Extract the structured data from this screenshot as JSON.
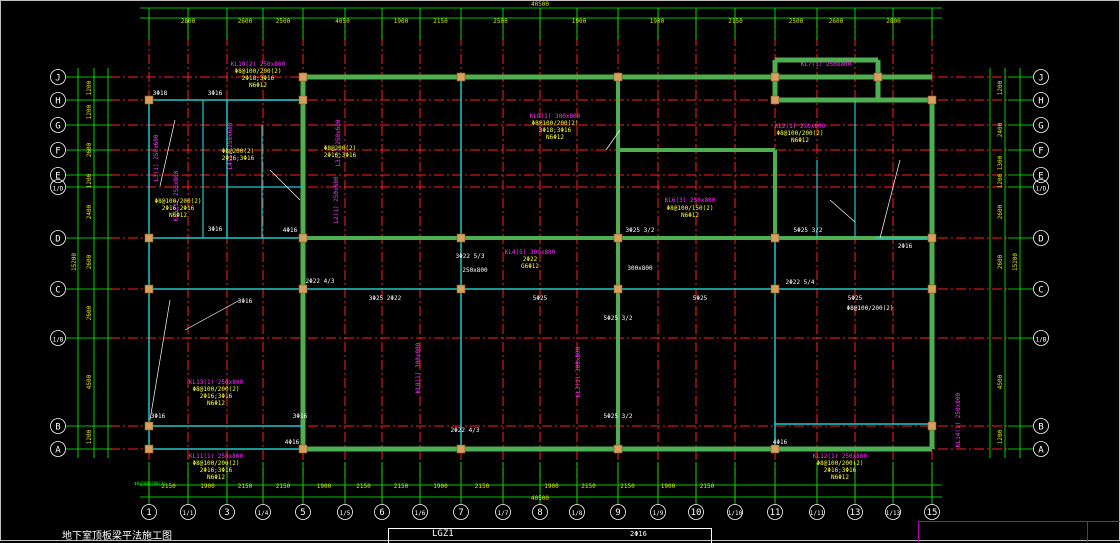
{
  "drawing": {
    "title": "地下室顶板梁平法施工图",
    "sub_label": "LGZ1",
    "note": "2Φ16",
    "overall_dim": "40500",
    "colors": {
      "grid": "#00ff00",
      "axis_line": "#ff2020",
      "beam": "#4fae4f",
      "beam_inner": "#20c8c8",
      "column": "#d8a060",
      "dim_text": "#e0e000",
      "label_yellow": "#ffff40",
      "label_magenta": "#ff30ff",
      "white": "#ffffff"
    }
  },
  "axes_x": [
    {
      "label": "1"
    },
    {
      "label": "1/1"
    },
    {
      "label": "3"
    },
    {
      "label": "1/4"
    },
    {
      "label": "5"
    },
    {
      "label": "1/5"
    },
    {
      "label": "6"
    },
    {
      "label": "1/6"
    },
    {
      "label": "7"
    },
    {
      "label": "1/7"
    },
    {
      "label": "8"
    },
    {
      "label": "1/8"
    },
    {
      "label": "9"
    },
    {
      "label": "1/9"
    },
    {
      "label": "10"
    },
    {
      "label": "1/10"
    },
    {
      "label": "11"
    },
    {
      "label": "1/11"
    },
    {
      "label": "13"
    },
    {
      "label": "1/13"
    },
    {
      "label": "15"
    }
  ],
  "axes_y": [
    {
      "label": "J"
    },
    {
      "label": "H"
    },
    {
      "label": "G"
    },
    {
      "label": "F"
    },
    {
      "label": "E"
    },
    {
      "label": "1/D"
    },
    {
      "label": "D"
    },
    {
      "label": "C"
    },
    {
      "label": "1/B"
    },
    {
      "label": "B"
    },
    {
      "label": "A"
    }
  ],
  "dims_top": [
    "2800",
    "2600",
    "2500",
    "4050",
    "1900",
    "2150",
    "2500",
    "1900",
    "1900",
    "2150",
    "2500",
    "2600",
    "2800"
  ],
  "dims_bottom": [
    "2150",
    "1900",
    "2150",
    "2150",
    "1900",
    "2150",
    "2150",
    "1900",
    "2150",
    "1900",
    "2150",
    "2150",
    "1900",
    "2150"
  ],
  "dims_left": [
    "1200",
    "1200",
    "2600",
    "1200",
    "2400",
    "2600",
    "2600",
    "4500",
    "1200"
  ],
  "dims_right": [
    "1200",
    "2400",
    "1300",
    "1200",
    "2600",
    "2600",
    "4500",
    "1200"
  ],
  "total_left": "15200",
  "total_right": "15200",
  "beam_labels": [
    {
      "text": "KL10(2) 250x800",
      "color": "magenta"
    },
    {
      "text": "Φ8@100/200(2)",
      "color": "yellow"
    },
    {
      "text": "2Φ18;3Φ16",
      "color": "yellow"
    },
    {
      "text": "N6Φ12",
      "color": "yellow"
    },
    {
      "text": "KL5(1) 250x800",
      "color": "magenta"
    },
    {
      "text": "Φ8@100/200(2)",
      "color": "yellow"
    },
    {
      "text": "2Φ16;2Φ16",
      "color": "yellow"
    },
    {
      "text": "N6Φ12",
      "color": "yellow"
    },
    {
      "text": "L4(1) 250x600",
      "color": "magenta"
    },
    {
      "text": "Φ8@200(2)",
      "color": "yellow"
    },
    {
      "text": "2Φ16;3Φ16",
      "color": "yellow"
    },
    {
      "text": "L3(1) 250x600",
      "color": "magenta"
    },
    {
      "text": "Φ8@200(2)",
      "color": "yellow"
    },
    {
      "text": "2Φ16;3Φ16",
      "color": "yellow"
    },
    {
      "text": "KL9(1) 300x800",
      "color": "magenta"
    },
    {
      "text": "Φ8@100/200(2)",
      "color": "yellow"
    },
    {
      "text": "3Φ18;3Φ16",
      "color": "yellow"
    },
    {
      "text": "N6Φ12",
      "color": "yellow"
    },
    {
      "text": "KL6(3) 250x800",
      "color": "magenta"
    },
    {
      "text": "Φ8@100/150(2)",
      "color": "yellow"
    },
    {
      "text": "N6Φ12",
      "color": "yellow"
    },
    {
      "text": "KL4(5) 300x800",
      "color": "magenta"
    },
    {
      "text": "2Φ22",
      "color": "yellow"
    },
    {
      "text": "G6Φ12",
      "color": "yellow"
    },
    {
      "text": "KL13(1) 250x800",
      "color": "magenta"
    },
    {
      "text": "Φ8@100/200(2)",
      "color": "yellow"
    },
    {
      "text": "2Φ16;3Φ16",
      "color": "yellow"
    },
    {
      "text": "N6Φ12",
      "color": "yellow"
    },
    {
      "text": "KL2(1) 250x800",
      "color": "magenta"
    },
    {
      "text": "Φ8@100/200(2)",
      "color": "yellow"
    },
    {
      "text": "N6Φ12",
      "color": "yellow"
    },
    {
      "text": "KL12(1) 250x800",
      "color": "magenta"
    },
    {
      "text": "Φ8@100/200(2)",
      "color": "yellow"
    },
    {
      "text": "2Φ16;3Φ16",
      "color": "yellow"
    },
    {
      "text": "N6Φ12",
      "color": "yellow"
    },
    {
      "text": "KL11(1) 250x800",
      "color": "magenta"
    },
    {
      "text": "Φ8@100/200(2)",
      "color": "yellow"
    },
    {
      "text": "2Φ16;3Φ16",
      "color": "yellow"
    },
    {
      "text": "N6Φ12",
      "color": "yellow"
    },
    {
      "text": "KL7(1) 250x800",
      "color": "magenta"
    },
    {
      "text": "KL8(1) 300x800",
      "color": "magenta"
    },
    {
      "text": "KL3(1) 300x800",
      "color": "magenta"
    },
    {
      "text": "L2(1) 250x600",
      "color": "magenta"
    },
    {
      "text": "L1(1) 250x600",
      "color": "magenta"
    },
    {
      "text": "KL14(1) 250x800",
      "color": "magenta"
    }
  ],
  "white_labels": [
    "3Φ18",
    "3Φ16",
    "2Φ22 4/3",
    "4Φ16",
    "3Φ16",
    "3Φ16",
    "3Φ25 3/2",
    "2Φ22 4/3",
    "3Φ25 2Φ22",
    "5Φ25",
    "5Φ25",
    "5Φ25",
    "Φ8@100/200(2)",
    "250x800",
    "300x800",
    "3Φ22 5/3",
    "5Φ25 3/2",
    "5Φ25 3/2",
    "3Φ16",
    "4Φ16",
    "2Φ16",
    "2Φ22 5/4",
    "5Φ25 3/2",
    "3Φ16",
    "4Φ16"
  ],
  "legend_note": "Φ8@100/200(2)"
}
